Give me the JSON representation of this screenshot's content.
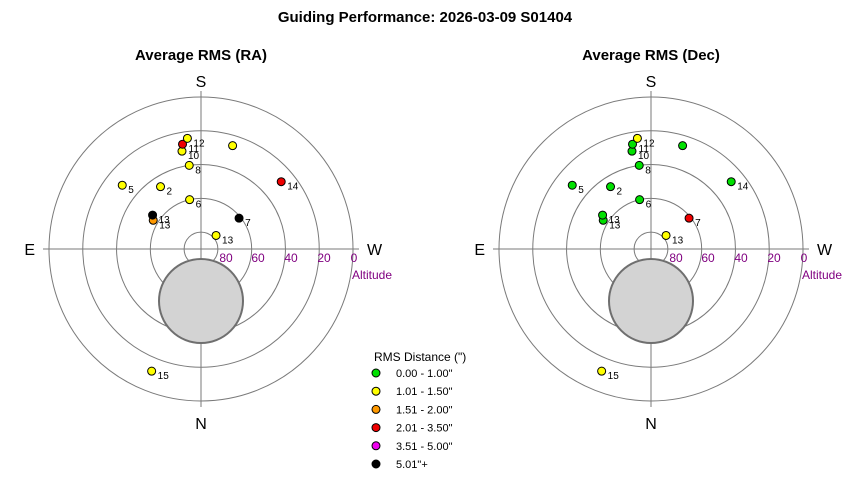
{
  "title": "Guiding Performance: 2026-03-09 S01404",
  "compass": {
    "north": "N",
    "south": "S",
    "east": "E",
    "west": "W"
  },
  "altitude_label": "Altitude",
  "ring_labels": [
    "80",
    "60",
    "40",
    "20",
    "0"
  ],
  "legend": {
    "title": "RMS Distance (\")",
    "items": [
      {
        "label": "0.00 - 1.00\"",
        "color": "#00e000"
      },
      {
        "label": "1.01 - 1.50\"",
        "color": "#ffff00"
      },
      {
        "label": "1.51 - 2.00\"",
        "color": "#ff9900"
      },
      {
        "label": "2.01 - 3.50\"",
        "color": "#ee0000"
      },
      {
        "label": "3.51 - 5.00\"",
        "color": "#ee00ee"
      },
      {
        "label": "5.01\"+",
        "color": "#000000"
      }
    ]
  },
  "chart_data": [
    {
      "type": "scatter",
      "projection": "polar-altaz",
      "title": "Average RMS (RA)",
      "radial_axis": {
        "label": "Altitude",
        "ticks": [
          80,
          60,
          40,
          20,
          0
        ],
        "range": [
          90,
          0
        ]
      },
      "points": [
        {
          "id": "2",
          "az": 147,
          "alt": 46,
          "cat": 1
        },
        {
          "id": "5",
          "az": 129,
          "alt": 30,
          "cat": 1
        },
        {
          "id": "6",
          "az": 167,
          "alt": 60,
          "cat": 1
        },
        {
          "id": "7",
          "az": 231,
          "alt": 61,
          "cat": 5
        },
        {
          "id": "8",
          "az": 172,
          "alt": 40,
          "cat": 1
        },
        {
          "id": "10",
          "az": 169,
          "alt": 31,
          "cat": 1
        },
        {
          "id": "11",
          "az": 170,
          "alt": 27,
          "cat": 3
        },
        {
          "id": "12",
          "az": 173,
          "alt": 24,
          "cat": 1
        },
        {
          "id": "13",
          "az": 121,
          "alt": 57,
          "cat": 2
        },
        {
          "id": "13",
          "az": 125,
          "alt": 55,
          "cat": 5
        },
        {
          "id": "13",
          "az": 228,
          "alt": 78,
          "cat": 1
        },
        {
          "id": "14",
          "az": 230,
          "alt": 28,
          "cat": 3
        },
        {
          "id": "15",
          "az": 22,
          "alt": 12,
          "cat": 1
        },
        {
          "id": "",
          "az": 197,
          "alt": 26,
          "cat": 1
        }
      ]
    },
    {
      "type": "scatter",
      "projection": "polar-altaz",
      "title": "Average RMS (Dec)",
      "radial_axis": {
        "label": "Altitude",
        "ticks": [
          80,
          60,
          40,
          20,
          0
        ],
        "range": [
          90,
          0
        ]
      },
      "points": [
        {
          "id": "2",
          "az": 147,
          "alt": 46,
          "cat": 0
        },
        {
          "id": "5",
          "az": 129,
          "alt": 30,
          "cat": 0
        },
        {
          "id": "6",
          "az": 167,
          "alt": 60,
          "cat": 0
        },
        {
          "id": "7",
          "az": 231,
          "alt": 61,
          "cat": 3
        },
        {
          "id": "8",
          "az": 172,
          "alt": 40,
          "cat": 0
        },
        {
          "id": "10",
          "az": 169,
          "alt": 31,
          "cat": 0
        },
        {
          "id": "11",
          "az": 170,
          "alt": 27,
          "cat": 0
        },
        {
          "id": "12",
          "az": 173,
          "alt": 24,
          "cat": 1
        },
        {
          "id": "13",
          "az": 121,
          "alt": 57,
          "cat": 0
        },
        {
          "id": "13",
          "az": 125,
          "alt": 55,
          "cat": 0
        },
        {
          "id": "13",
          "az": 228,
          "alt": 78,
          "cat": 1
        },
        {
          "id": "14",
          "az": 230,
          "alt": 28,
          "cat": 0
        },
        {
          "id": "15",
          "az": 22,
          "alt": 12,
          "cat": 1
        },
        {
          "id": "",
          "az": 197,
          "alt": 26,
          "cat": 0
        }
      ]
    }
  ]
}
